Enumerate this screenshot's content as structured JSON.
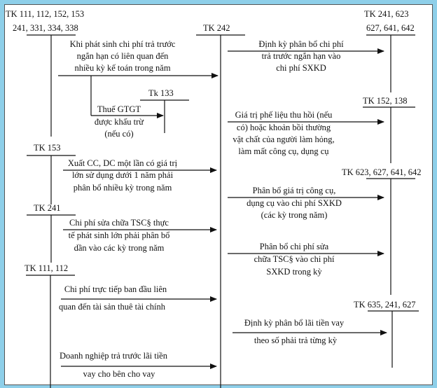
{
  "accounts": {
    "tk_source_1": [
      "TK 111, 112, 152, 153",
      "241, 331, 334, 338"
    ],
    "tk_242": "TK 242",
    "tk_133": "Tk 133",
    "tk_dest_1": [
      "TK 241, 623",
      "627, 641, 642"
    ],
    "tk_152_138": "TK 152, 138",
    "tk_153": "TK 153",
    "tk_dest_2": "TK 623, 627, 641, 642",
    "tk_241": "TK 241",
    "tk_111_112": "TK 111, 112",
    "tk_dest_3": "TK 635, 241, 627"
  },
  "entries": {
    "prepaid_cost": [
      "Khi phát sinh chi phí trả trước",
      "ngắn hạn có liên quan đến",
      "nhiều kỳ kế toán trong năm"
    ],
    "vat": [
      "Thuế GTGT",
      "được khấu trừ",
      "(nếu có)"
    ],
    "periodic_allocation": [
      "Định kỳ phân bổ chi phí",
      "trả trước ngắn hạn vào",
      "chi phí SXKD"
    ],
    "scrap_value": [
      "Giá trị phế liệu thu hồi (nếu",
      "có) hoặc khoản bồi thường",
      "vật chất của người làm hỏng,",
      "làm mất công cụ, dụng cụ"
    ],
    "tools_issue": [
      "Xuất CC, DC một lần có giá trị",
      "lớn sử dụng dưới 1 năm phải",
      "phân bổ nhiều kỳ trong năm"
    ],
    "tools_allocation": [
      "Phân bổ giá trị công cụ,",
      "dụng cụ vào chi phí SXKD",
      "(các kỳ trong năm)"
    ],
    "repair_cost": [
      "Chi phí sửa chữa TSC§ thực",
      "tế phát sinh lớn phải phân bổ",
      "dần vào các kỳ trong năm"
    ],
    "repair_allocation": [
      "Phân bổ chi phí sửa",
      "chữa TSC§ vào chi phí",
      "SXKD trong kỳ"
    ],
    "lease_cost": [
      "Chi phí trực tiếp ban đầu liên",
      "quan đến tài sản thuê tài chính"
    ],
    "interest_allocation": [
      "Định kỳ phân bổ lãi tiền vay",
      "theo số phải trả từng kỳ"
    ],
    "prepaid_interest": [
      "Doanh nghiệp trả trước lãi tiền",
      "vay cho bên cho vay"
    ]
  },
  "colors": {
    "frame": "#8ecfe9",
    "ink": "#111111"
  }
}
